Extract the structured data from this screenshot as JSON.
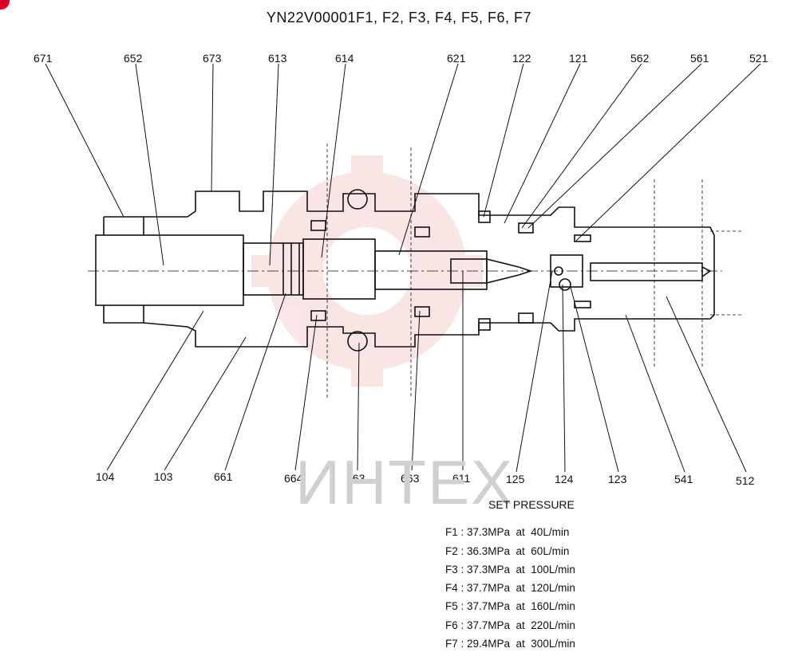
{
  "title": "YN22V00001F1, F2, F3, F4, F5, F6, F7",
  "watermark": {
    "text": "ИНТЕХ",
    "color": "#f2b6b6"
  },
  "part_labels": {
    "p671": "671",
    "p652": "652",
    "p673": "673",
    "p613": "613",
    "p614": "614",
    "p621": "621",
    "p122": "122",
    "p121": "121",
    "p562": "562",
    "p561": "561",
    "p521": "521",
    "p104": "104",
    "p103": "103",
    "p661": "661",
    "p664": "664",
    "p163": "163",
    "p663": "663",
    "p611": "611",
    "p125": "125",
    "p124": "124",
    "p123": "123",
    "p541": "541",
    "p512": "512"
  },
  "set_pressure": {
    "heading": "SET PRESSURE",
    "rows": [
      {
        "id": "F1 : 37.3MPa  at  40L/min"
      },
      {
        "id": "F2 : 36.3MPa  at  60L/min"
      },
      {
        "id": "F3 : 37.3MPa  at  100L/min"
      },
      {
        "id": "F4 : 37.7MPa  at  120L/min"
      },
      {
        "id": "F5 : 37.7MPa  at  160L/min"
      },
      {
        "id": "F6 : 37.7MPa  at  220L/min"
      },
      {
        "id": "F7 : 29.4MPa  at  300L/min"
      }
    ]
  }
}
